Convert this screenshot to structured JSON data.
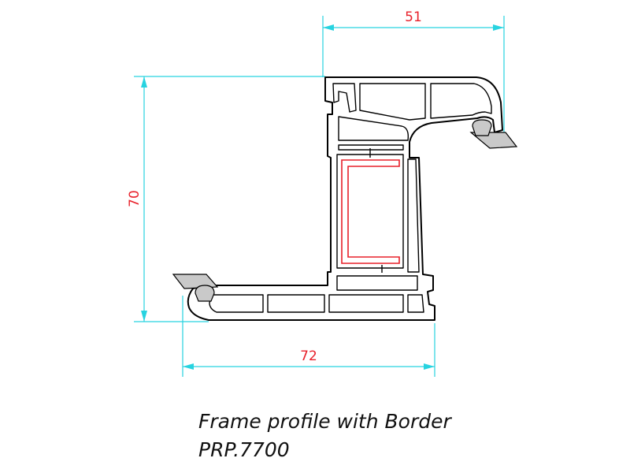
{
  "dimensions": {
    "top_width": "51",
    "height": "70",
    "bottom_width": "72"
  },
  "caption": {
    "line1": "Frame profile with Border",
    "line2": "PRP.7700"
  },
  "colors": {
    "dimension_line": "#27d3e0",
    "dimension_text": "#e8202a",
    "reinforcement": "#e8202a",
    "profile": "#000000",
    "gasket": "#c9c9c9"
  }
}
